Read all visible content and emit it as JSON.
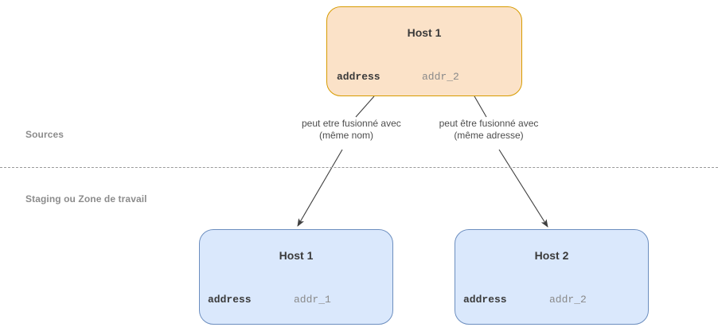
{
  "diagram": {
    "zones": [
      {
        "id": "sources",
        "label": "Sources"
      },
      {
        "id": "staging",
        "label": "Staging ou Zone de travail"
      }
    ],
    "divider": {
      "style": "dashed",
      "color": "#9a9a9a"
    },
    "nodes": [
      {
        "id": "source-host-1",
        "zone": "sources",
        "title": "Host 1",
        "attribute_key": "address",
        "attribute_value": "addr_2",
        "fill": "#fbe2c8",
        "stroke": "#d79b00"
      },
      {
        "id": "staging-host-1",
        "zone": "staging",
        "title": "Host 1",
        "attribute_key": "address",
        "attribute_value": "addr_1",
        "fill": "#dae8fc",
        "stroke": "#6c8ebf"
      },
      {
        "id": "staging-host-2",
        "zone": "staging",
        "title": "Host 2",
        "attribute_key": "address",
        "attribute_value": "addr_2",
        "fill": "#dae8fc",
        "stroke": "#6c8ebf"
      }
    ],
    "edges": [
      {
        "id": "merge-by-name",
        "from": "source-host-1",
        "to": "staging-host-1",
        "label_line_1": "peut etre fusionné avec",
        "label_line_2": "(même nom)",
        "color": "#404040"
      },
      {
        "id": "merge-by-address",
        "from": "source-host-1",
        "to": "staging-host-2",
        "label_line_1": "peut être fusionné avec",
        "label_line_2": "(même adresse)",
        "color": "#404040"
      }
    ]
  }
}
